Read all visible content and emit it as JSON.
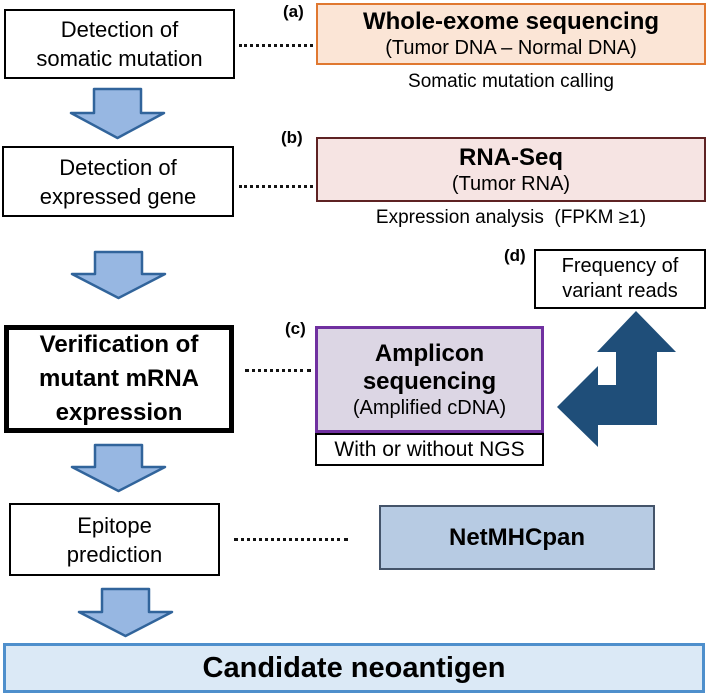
{
  "colors": {
    "peach_fill": "#FBE5D6",
    "peach_border": "#E07830",
    "pink_fill": "#F6E4E3",
    "pink_border": "#5E2223",
    "purple_fill": "#DCD6E4",
    "purple_border": "#7030A0",
    "netmhc_fill": "#B7CBE3",
    "netmhc_border": "#44546A",
    "candidate_fill": "#DBE9F6",
    "candidate_border": "#4E8FCC",
    "arrow_fill": "#97B7E2",
    "arrow_border": "#31649B",
    "big_arrow": "#1F4E79"
  },
  "flow": {
    "step1": {
      "line1": "Detection of",
      "line2": "somatic mutation"
    },
    "step2": {
      "line1": "Detection of",
      "line2": "expressed gene"
    },
    "step3": {
      "line1": "Verification of",
      "line2": "mutant mRNA",
      "line3": "expression"
    },
    "step4": {
      "line1": "Epitope",
      "line2": "prediction"
    },
    "result": "Candidate neoantigen"
  },
  "methods": {
    "a": {
      "tag": "(a)",
      "title": "Whole-exome sequencing",
      "subtitle": "(Tumor DNA – Normal DNA)",
      "note": "Somatic mutation calling"
    },
    "b": {
      "tag": "(b)",
      "title": "RNA-Seq",
      "subtitle": "(Tumor RNA)",
      "note": "Expression analysis  (FPKM ≥1)"
    },
    "c": {
      "tag": "(c)",
      "title_line1": "Amplicon",
      "title_line2": "sequencing",
      "subtitle": "(Amplified cDNA)",
      "note": "With or without NGS"
    },
    "d": {
      "tag": "(d)",
      "line1": "Frequency of",
      "line2": "variant reads"
    },
    "netmhcpan": {
      "label": "NetMHCpan"
    }
  }
}
